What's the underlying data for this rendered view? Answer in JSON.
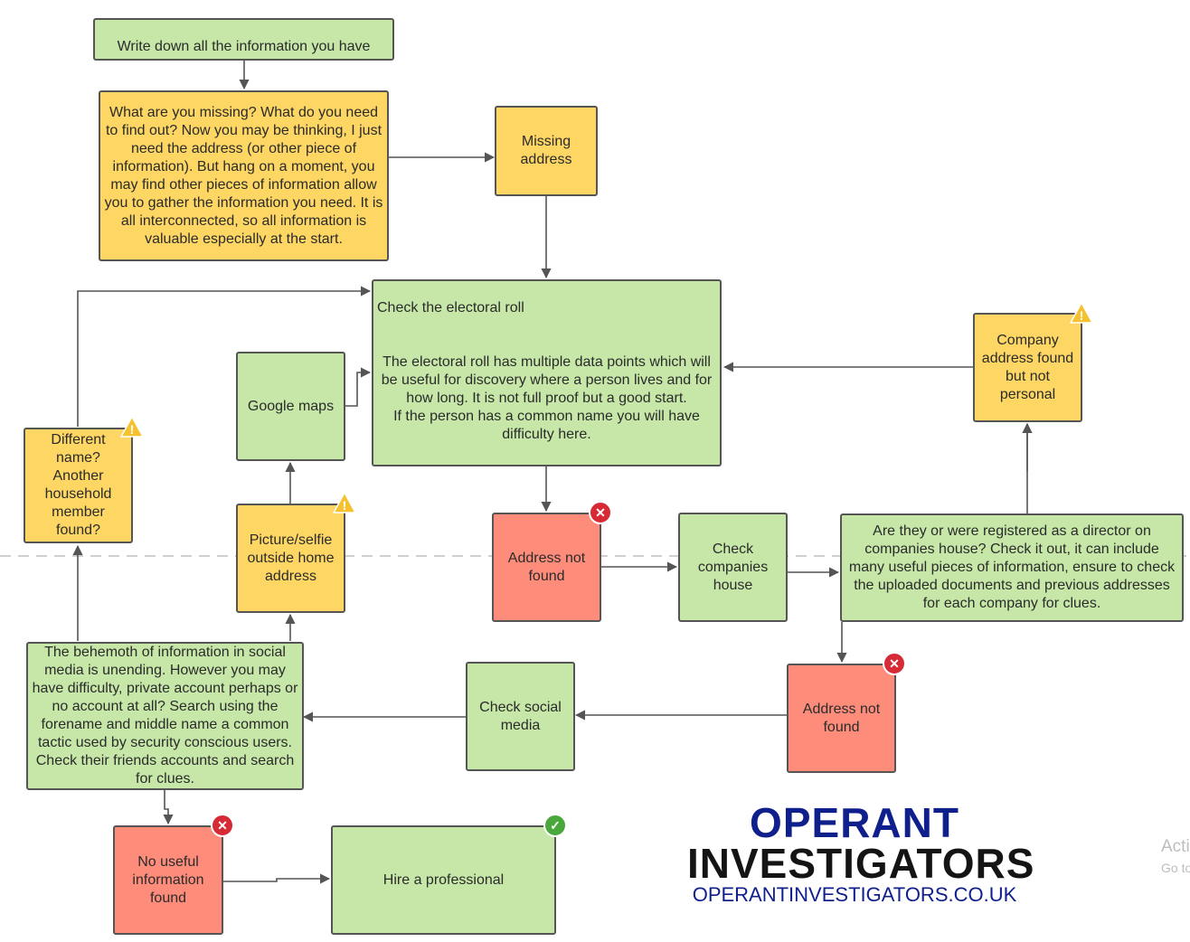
{
  "nodes": {
    "write_down": "Write down all the information you have",
    "missing_question": "What are you missing? What do you need to find out? Now you may be thinking, I just need the address (or other piece of information). But hang on a moment, you may find other pieces of information allow you to gather the information you need. It is all interconnected, so all information is valuable especially at the start.",
    "missing_address": "Missing\naddress",
    "electoral_title": "Check the electoral roll",
    "electoral_body": "The electoral roll has multiple data points which will be useful for discovery where a person lives and for how long. It is not full proof but a good start.\nIf the person has a common name you will have difficulty here.",
    "company_found": "Company\naddress found\nbut not\npersonal",
    "google_maps": "Google maps",
    "different_name": "Different\nname?\nAnother\nhousehold\nmember\nfound?",
    "picture_selfie": "Picture/selfie\noutside home\naddress",
    "address_not_found_1": "Address not\nfound",
    "check_companies": "Check\ncompanies\nhouse",
    "director_check": "Are they or were registered as a director on companies house? Check it out, it can include many useful pieces of information, ensure to check the uploaded documents and previous addresses for each company for clues.",
    "social_info": "The behemoth of information in social media is unending. However you may have difficulty, private account perhaps or no account at all? Search using the forename and middle name a common tactic used by security conscious users. Check their friends accounts and search for clues.",
    "check_social": "Check social\nmedia",
    "address_not_found_2": "Address not\nfound",
    "no_useful": "No useful\ninformation\nfound",
    "hire_professional": "Hire a professional"
  },
  "badges": {
    "error_glyph": "✕",
    "success_glyph": "✓",
    "warning_glyph": "!"
  },
  "colors": {
    "green": "#c6e7a8",
    "yellow": "#fdd663",
    "red": "#fd8c7b",
    "error_badge": "#d62b37",
    "success_badge": "#49a83a",
    "warning_badge": "#f6c12e"
  },
  "logo": {
    "line1": "OPERANT",
    "line2": "INVESTIGATORS",
    "url": "OPERANTINVESTIGATORS.CO.UK"
  },
  "watermark": {
    "line1": "Acti",
    "line2": "Go to"
  }
}
